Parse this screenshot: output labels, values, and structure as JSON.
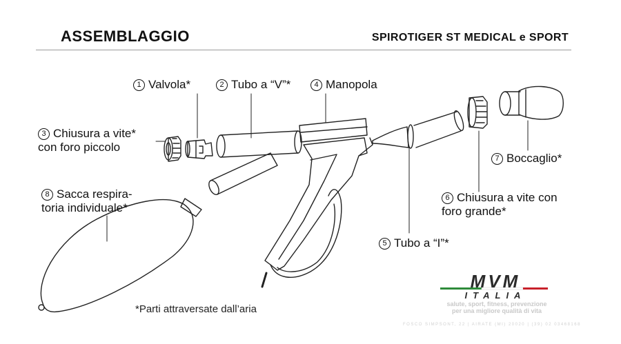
{
  "header": {
    "title": "ASSEMBLAGGIO",
    "subtitle": "SPIROTIGER ST MEDICAL e SPORT"
  },
  "parts": [
    {
      "num": "1",
      "text": "Valvola*"
    },
    {
      "num": "2",
      "text": "Tubo a “V”*"
    },
    {
      "num": "3",
      "line1": "Chiusura a vite*",
      "line2": "con foro piccolo"
    },
    {
      "num": "4",
      "text": "Manopola"
    },
    {
      "num": "5",
      "text": "Tubo a “I”*"
    },
    {
      "num": "6",
      "line1": "Chiusura a vite con",
      "line2": "foro grande*"
    },
    {
      "num": "7",
      "text": "Boccaglio*"
    },
    {
      "num": "8",
      "line1": "Sacca respira-",
      "line2": "toria individuale*"
    }
  ],
  "footnote": "*Parti attraversate dall’aria",
  "logo": {
    "line1": "MVM",
    "line2": "ITALIA",
    "tagline1": "salute, sport, fitness, prevenzione",
    "tagline2": "per una migliore qualità di vita",
    "footer": "FOSCO SIMPSONT, 22  |  AIRATE (MI) 20020  |  (39) 02 03468168"
  },
  "colors": {
    "stroke": "#222222",
    "logo_dark": "#2a2a2a",
    "flag_green": "#2e8b3a",
    "flag_red": "#c8202a"
  }
}
